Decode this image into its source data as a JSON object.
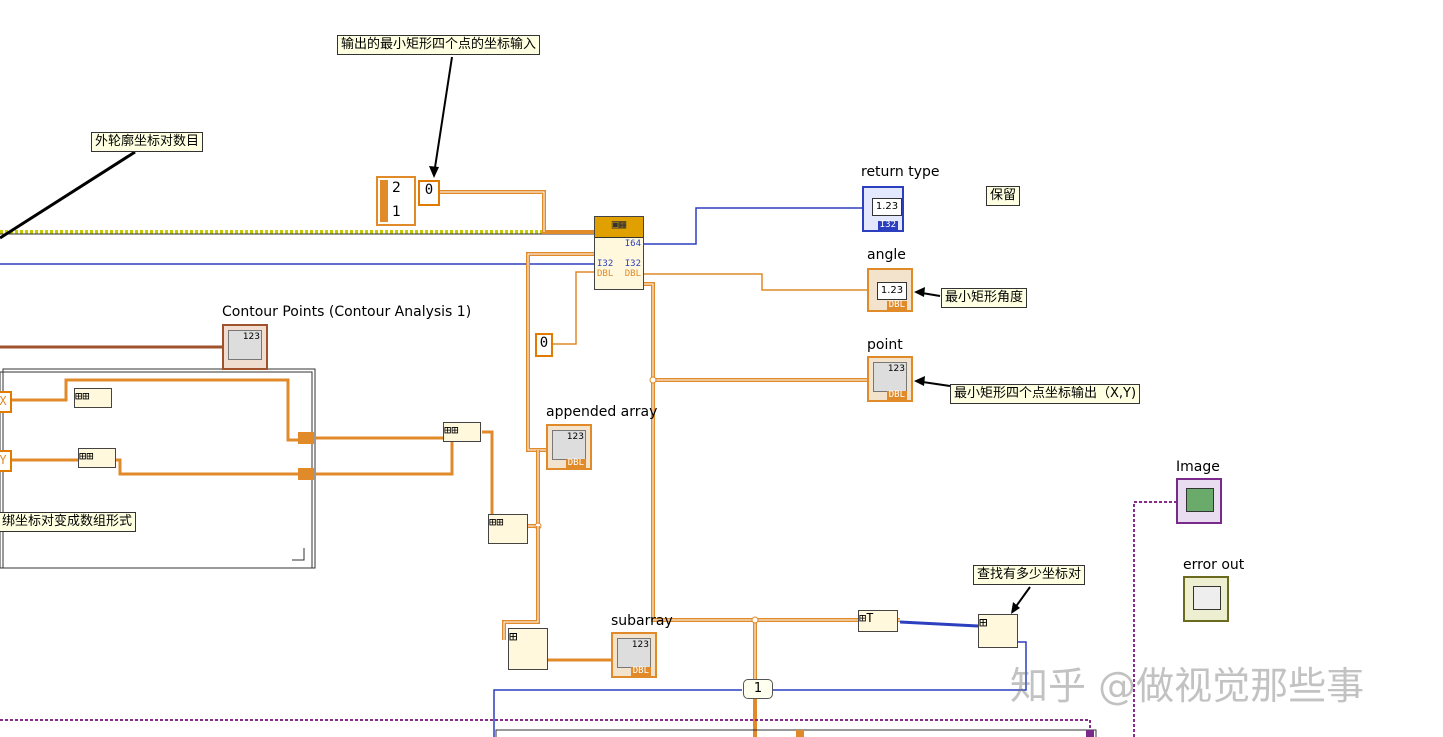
{
  "comments": {
    "input_note": "输出的最小矩形四个点的坐标输入",
    "contour_count_note": "外轮廓坐标对数目",
    "reserved_note": "保留",
    "angle_note": "最小矩形角度",
    "point_note": "最小矩形四个点坐标输出（X,Y)",
    "convert_note": "绑坐标对变成数组形式",
    "count_note": "查找有多少坐标对"
  },
  "indicators": {
    "return_type": "return type",
    "angle": "angle",
    "point": "point",
    "contour_points": "Contour Points (Contour Analysis 1)",
    "appended_array": "appended array",
    "subarray": "subarray",
    "image": "Image",
    "error_out": "error out"
  },
  "constants": {
    "ring_value_1": "2",
    "ring_value_2": "1",
    "index_const": "0",
    "zero_const": "0",
    "loop_count": "1",
    "x_partial": "X",
    "y_partial": "Y"
  },
  "node_labels": {
    "i64": "I64",
    "i32": "I32",
    "dbl": "DBL",
    "num": "123",
    "num_dec": "1.23"
  },
  "watermark": "知乎 @做视觉那些事",
  "colors": {
    "orange_wire": "#e08a2a",
    "blue_wire": "#2b3fbf",
    "purple_wire": "#8a2a8a",
    "brown_wire": "#a0522d",
    "comment_bg": "#ffffe1"
  }
}
